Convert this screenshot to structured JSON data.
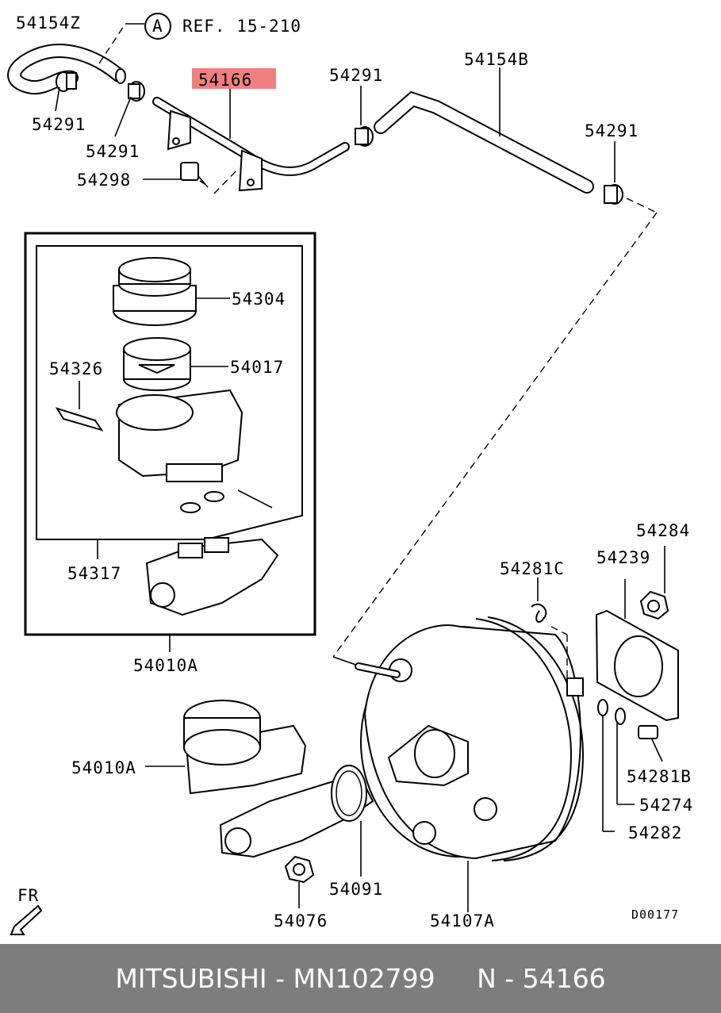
{
  "diagram": {
    "labels": {
      "p54154z": "54154Z",
      "ref_circle": "A",
      "ref_text": "REF. 15-210",
      "p54166": "54166",
      "p54291_top_mid": "54291",
      "p54154b": "54154B",
      "p54291_left_a": "54291",
      "p54291_left_b": "54291",
      "p54291_right": "54291",
      "p54298": "54298",
      "p54304": "54304",
      "p54326": "54326",
      "p54017": "54017",
      "p54317": "54317",
      "p54010a_box": "54010A",
      "p54284": "54284",
      "p54281c": "54281C",
      "p54239": "54239",
      "p54010a_lower": "54010A",
      "p54281b": "54281B",
      "p54274": "54274",
      "p54282": "54282",
      "p54091": "54091",
      "p54076": "54076",
      "p54107a": "54107A",
      "fr": "FR",
      "drawing_code": "D00177"
    },
    "highlight_color": "#f08080"
  },
  "footer": {
    "text": "MITSUBISHI - MN102799     N - 54166",
    "background": "#7d7d7d"
  }
}
